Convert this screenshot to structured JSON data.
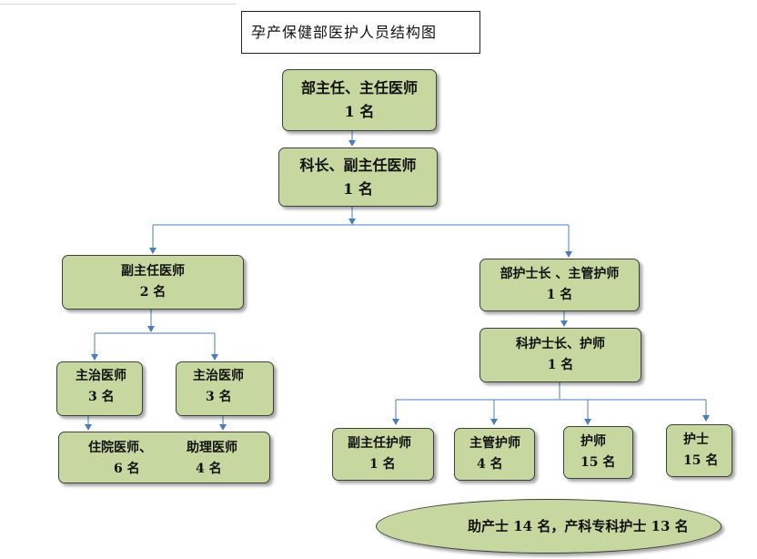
{
  "title": "孕产保健部医护人员结构图",
  "nodes": {
    "director": {
      "line1": "部主任、主任医师",
      "line2": "1 名"
    },
    "section_chief": {
      "line1": "科长、副主任医师",
      "line2": "1 名"
    },
    "assoc_chief_left": {
      "line1": "副主任医师",
      "line2": "2 名"
    },
    "attending_a": {
      "line1": "主治医师",
      "line2": "3 名"
    },
    "attending_b": {
      "line1": "主治医师",
      "line2": "3 名"
    },
    "residents": {
      "left_line1": "住院医师、",
      "left_line2": "6 名",
      "right_line1": "助理医师",
      "right_line2": "4 名"
    },
    "head_nurse": {
      "line1": "部护士长 、主管护师",
      "line2": "1 名"
    },
    "section_head_nurse": {
      "line1": "科护士长、护师",
      "line2": "1 名"
    },
    "assoc_chief_nurse": {
      "line1": "副主任护师",
      "line2": "1 名"
    },
    "supervisor_nurse": {
      "line1": "主管护师",
      "line2": "4 名"
    },
    "nurse_practitioner": {
      "line1": "护师",
      "line2": "15 名"
    },
    "nurse": {
      "line1": "护士",
      "line2": "15 名"
    },
    "midwives": {
      "text": "助产士 14 名，产科专科护士 13 名"
    }
  },
  "colors": {
    "box_fill": "#c6d8a0",
    "box_border": "#3f3f3f",
    "connector": "#4a7ebb"
  }
}
